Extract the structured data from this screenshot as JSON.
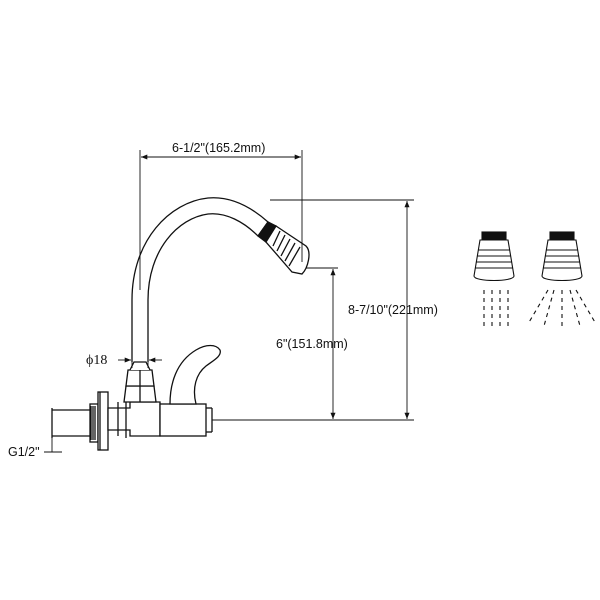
{
  "dimensions": {
    "spout_reach": "6-1/2\"(165.2mm)",
    "total_height": "8-7/10\"(221mm)",
    "spout_height": "6\"(151.8mm)",
    "pipe_diameter": "ϕ18",
    "thread_size": "G1/2\""
  },
  "icons": {
    "aerator_stream": "aerator-straight-stream-icon",
    "aerator_spray": "aerator-spray-icon"
  },
  "colors": {
    "line": "#111111",
    "background": "#ffffff"
  }
}
